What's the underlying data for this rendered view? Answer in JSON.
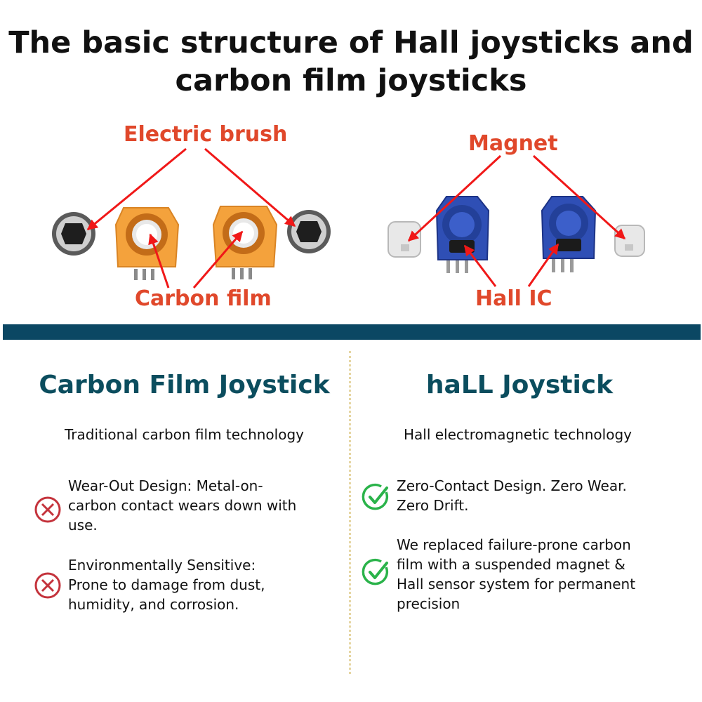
{
  "title": {
    "line1": "The basic structure of Hall joysticks and",
    "line2": "carbon film joysticks"
  },
  "diagram": {
    "carbon": {
      "top_label": "Electric brush",
      "bottom_label": "Carbon film"
    },
    "hall": {
      "top_label": "Magnet",
      "bottom_label": "Hall IC"
    }
  },
  "colors": {
    "callout": "#e0482b",
    "arrow": "#f01818",
    "divider": "#0b4763",
    "heading": "#0b4d5e",
    "cross": "#c4333c",
    "check": "#2ab34a"
  },
  "left": {
    "heading": "Carbon Film  Joystick",
    "subheading": "Traditional carbon film technology",
    "items": [
      {
        "icon": "cross-circle-icon",
        "lines": [
          "Wear-Out Design: Metal-on-",
          "carbon contact wears down with",
          "use."
        ]
      },
      {
        "icon": "cross-circle-icon",
        "lines": [
          "Environmentally Sensitive:",
          "Prone to damage from dust,",
          "humidity, and corrosion."
        ]
      }
    ]
  },
  "right": {
    "heading": "haLL Joystick",
    "subheading": "Hall electromagnetic technology",
    "items": [
      {
        "icon": "check-circle-icon",
        "lines": [
          "Zero-Contact Design.  Zero Wear.",
          "Zero Drift."
        ]
      },
      {
        "icon": "check-circle-icon",
        "lines": [
          "We replaced failure-prone carbon",
          "film with a suspended magnet &",
          "Hall sensor system for permanent",
          "precision"
        ]
      }
    ]
  }
}
